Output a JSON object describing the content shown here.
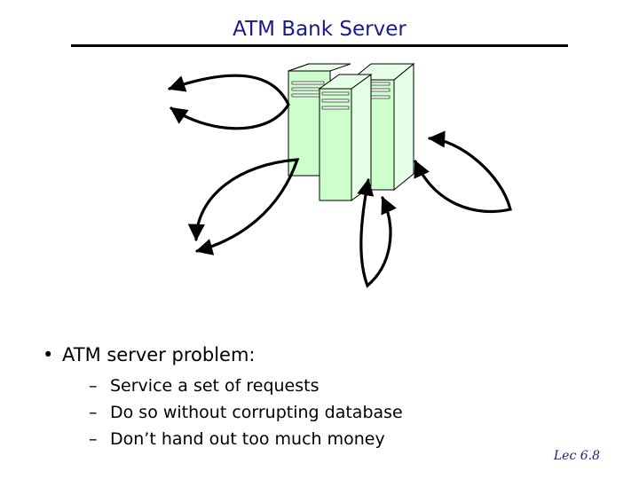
{
  "slide": {
    "title": "ATM Bank Server",
    "bullet": "ATM server problem:",
    "bullet_marker": "•",
    "sub_marker": "–",
    "sub_items": [
      "Service a set of requests",
      "Do so without corrupting database",
      "Don’t hand out too much money"
    ],
    "footer": "Lec 6.8"
  },
  "colors": {
    "title": "#1a1a8c",
    "server_face": "#ccffcc",
    "server_side": "#e6ffe6",
    "outline": "#000000"
  }
}
